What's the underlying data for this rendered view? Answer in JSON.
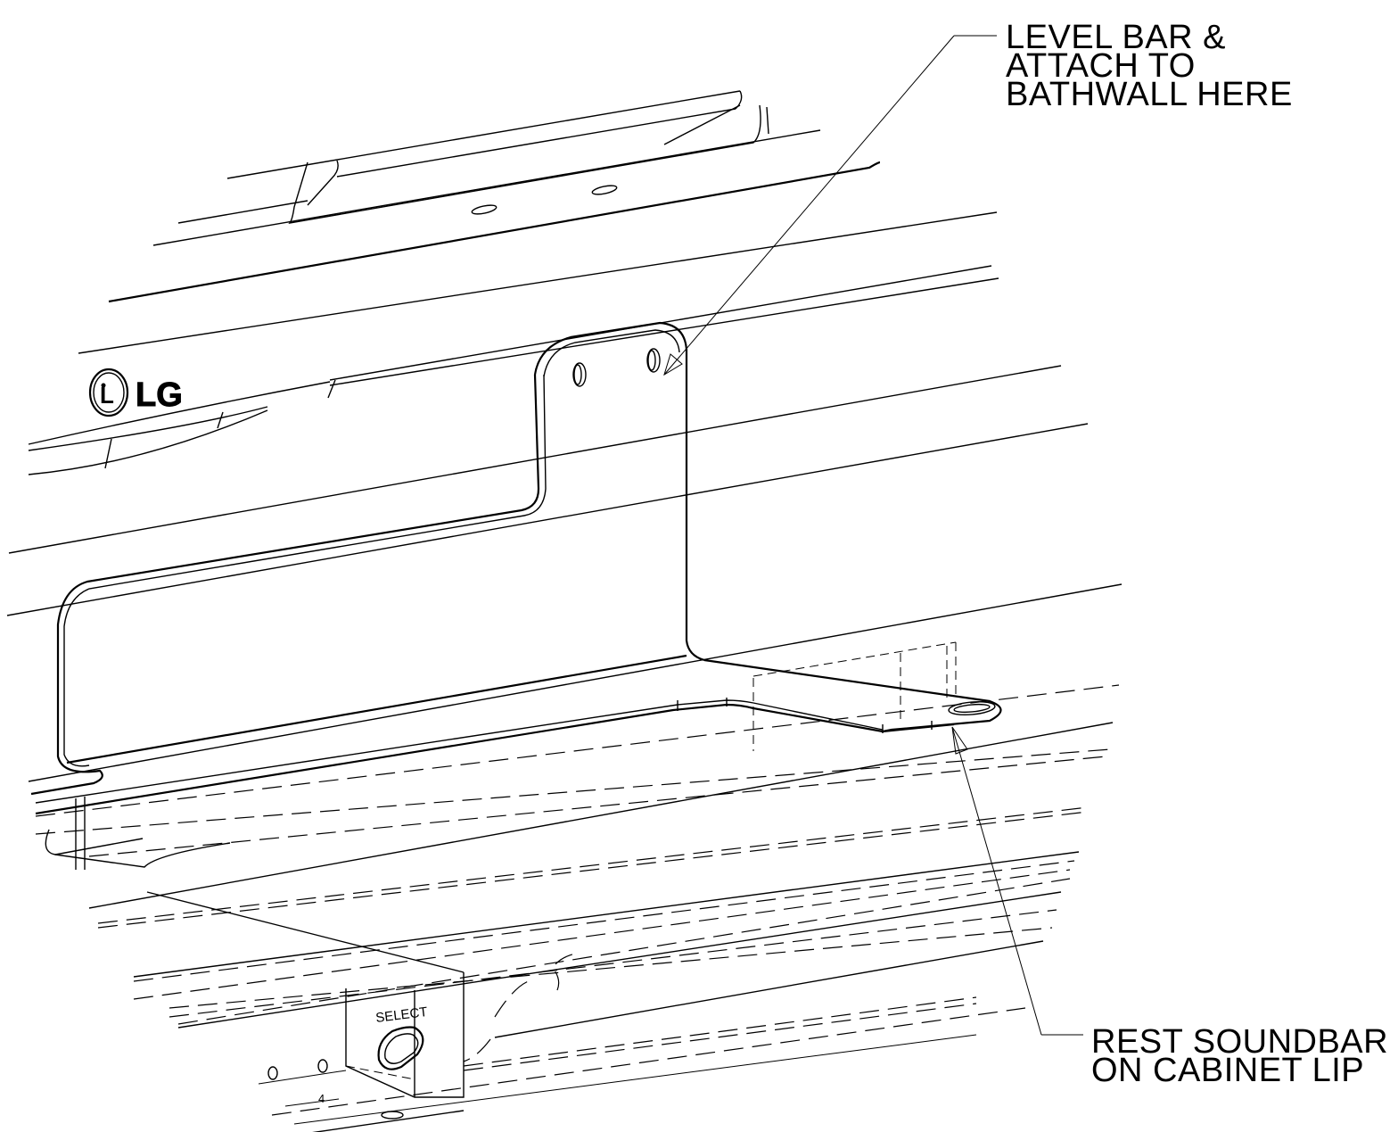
{
  "callouts": {
    "level_bar": [
      "LEVEL BAR &",
      "ATTACH TO",
      "BATHWALL HERE"
    ],
    "rest_soundbar": [
      "REST SOUNDBAR",
      "ON CABINET LIP"
    ]
  },
  "labels": {
    "logo": "LG",
    "select_button": "SELECT",
    "part_number": "4"
  }
}
